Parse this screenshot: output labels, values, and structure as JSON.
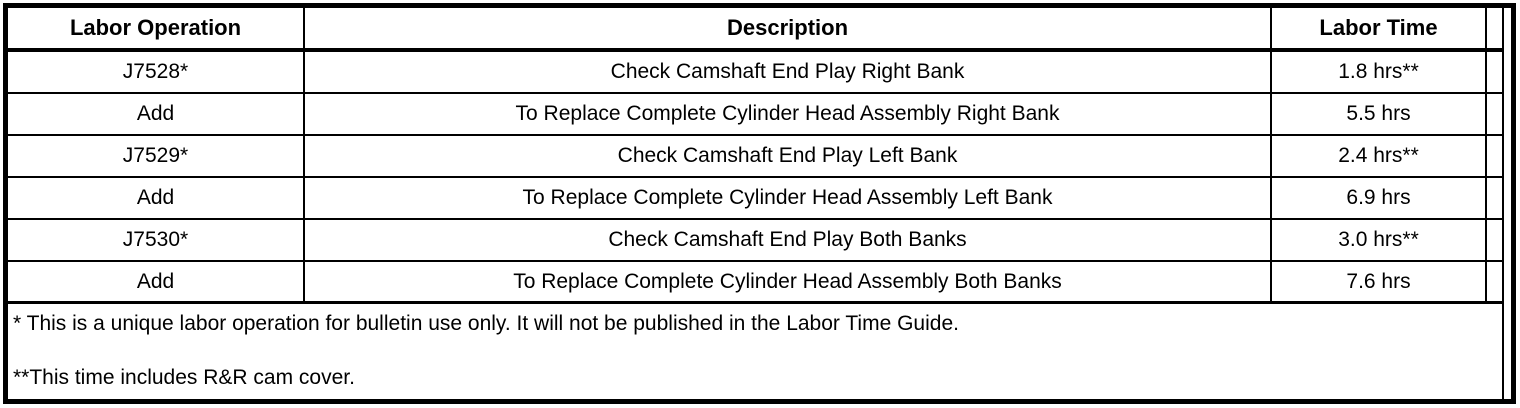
{
  "colors": {
    "border": "#000000",
    "background": "#ffffff",
    "text": "#000000"
  },
  "table": {
    "columns": [
      "Labor Operation",
      "Description",
      "Labor Time"
    ],
    "rows": [
      {
        "op": "J7528*",
        "desc": "Check Camshaft End Play Right Bank",
        "time": "1.8 hrs**"
      },
      {
        "op": "Add",
        "desc": "To Replace Complete Cylinder Head Assembly Right Bank",
        "time": "5.5 hrs"
      },
      {
        "op": "J7529*",
        "desc": "Check Camshaft End Play Left Bank",
        "time": "2.4 hrs**"
      },
      {
        "op": "Add",
        "desc": "To Replace Complete Cylinder Head Assembly Left Bank",
        "time": "6.9 hrs"
      },
      {
        "op": "J7530*",
        "desc": "Check Camshaft End Play Both Banks",
        "time": "3.0 hrs**"
      },
      {
        "op": "Add",
        "desc": "To Replace Complete Cylinder Head Assembly Both Banks",
        "time": "7.6 hrs"
      }
    ],
    "footnotes": [
      "* This is a unique labor operation for bulletin use only. It will not be published in the Labor Time Guide.",
      "**This time includes R&R cam cover."
    ]
  }
}
